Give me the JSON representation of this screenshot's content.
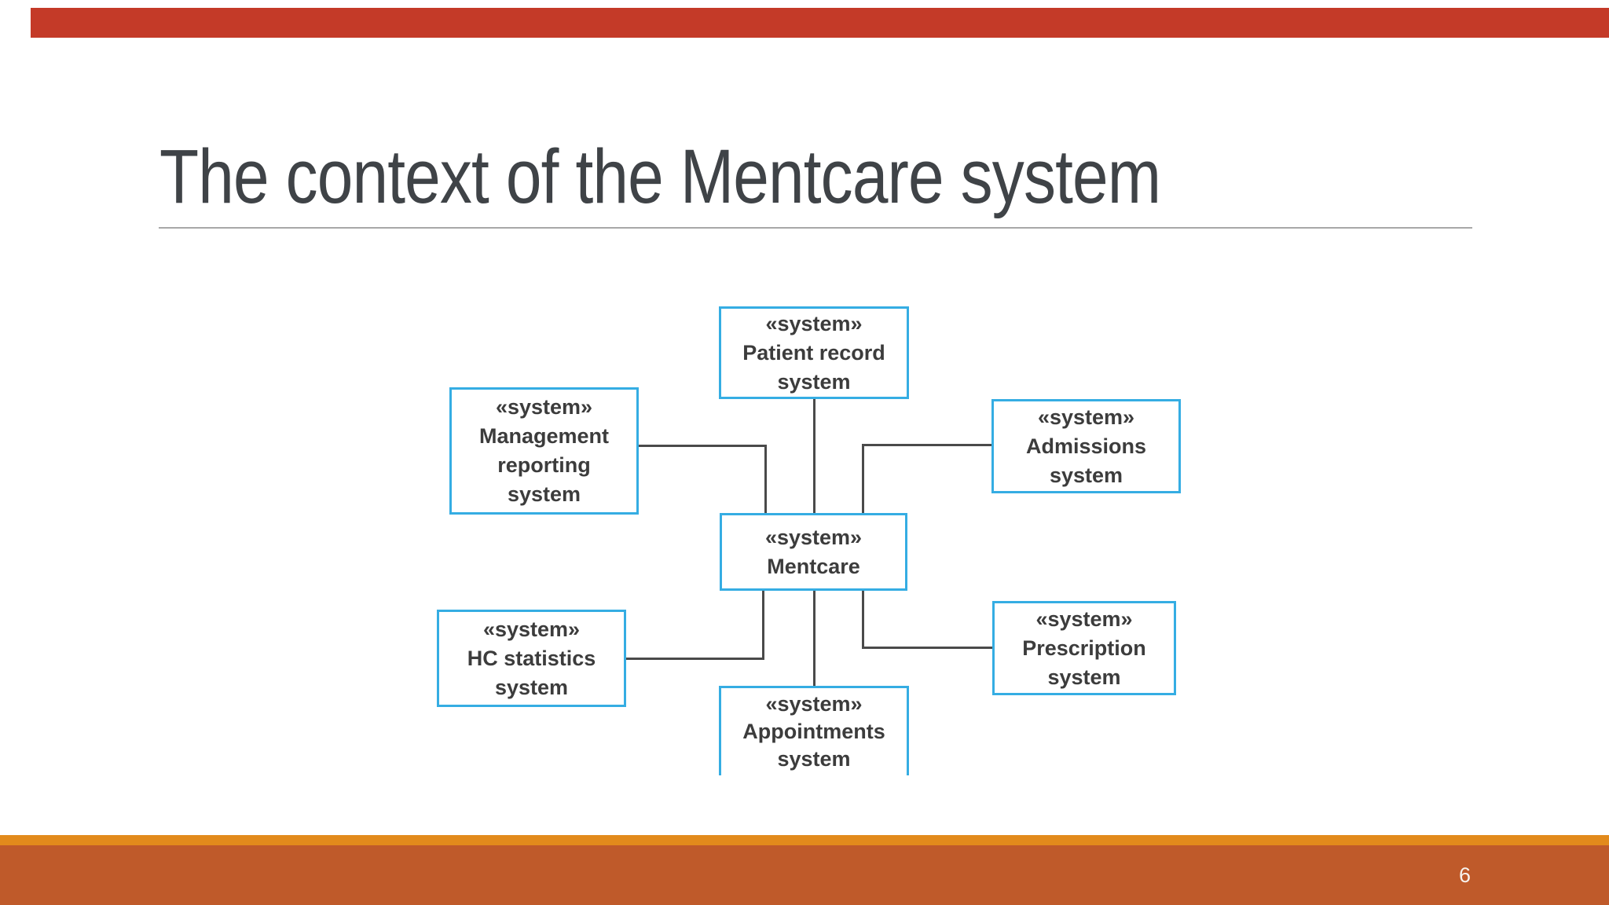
{
  "slide": {
    "title": "The context of the Mentcare system",
    "page_number": "6"
  },
  "colors": {
    "top_bar": "#C43A28",
    "footer_strip": "#E28A1C",
    "footer_block": "#BF5A2A",
    "box_border": "#35ADE3",
    "connector": "#4A4A4A",
    "title_text": "#3F4347",
    "box_text": "#3C3C3C",
    "page_number_text": "#F7F3EE"
  },
  "diagram": {
    "type": "uml-context-diagram",
    "stereotype": "«system»",
    "nodes": [
      {
        "id": "patient-record-system",
        "lines": [
          "«system»",
          "Patient record",
          "system"
        ]
      },
      {
        "id": "management-reporting-system",
        "lines": [
          "«system»",
          "Management",
          "reporting",
          "system"
        ]
      },
      {
        "id": "admissions-system",
        "lines": [
          "«system»",
          "Admissions",
          "system"
        ]
      },
      {
        "id": "mentcare-system",
        "lines": [
          "«system»",
          "Mentcare"
        ]
      },
      {
        "id": "hc-statistics-system",
        "lines": [
          "«system»",
          "HC statistics",
          "system"
        ]
      },
      {
        "id": "prescription-system",
        "lines": [
          "«system»",
          "Prescription",
          "system"
        ]
      },
      {
        "id": "appointments-system",
        "lines": [
          "«system»",
          "Appointments",
          "system"
        ]
      }
    ],
    "edges": [
      {
        "from": "mentcare-system",
        "to": "patient-record-system"
      },
      {
        "from": "mentcare-system",
        "to": "management-reporting-system"
      },
      {
        "from": "mentcare-system",
        "to": "admissions-system"
      },
      {
        "from": "mentcare-system",
        "to": "hc-statistics-system"
      },
      {
        "from": "mentcare-system",
        "to": "appointments-system"
      },
      {
        "from": "mentcare-system",
        "to": "prescription-system"
      }
    ]
  }
}
